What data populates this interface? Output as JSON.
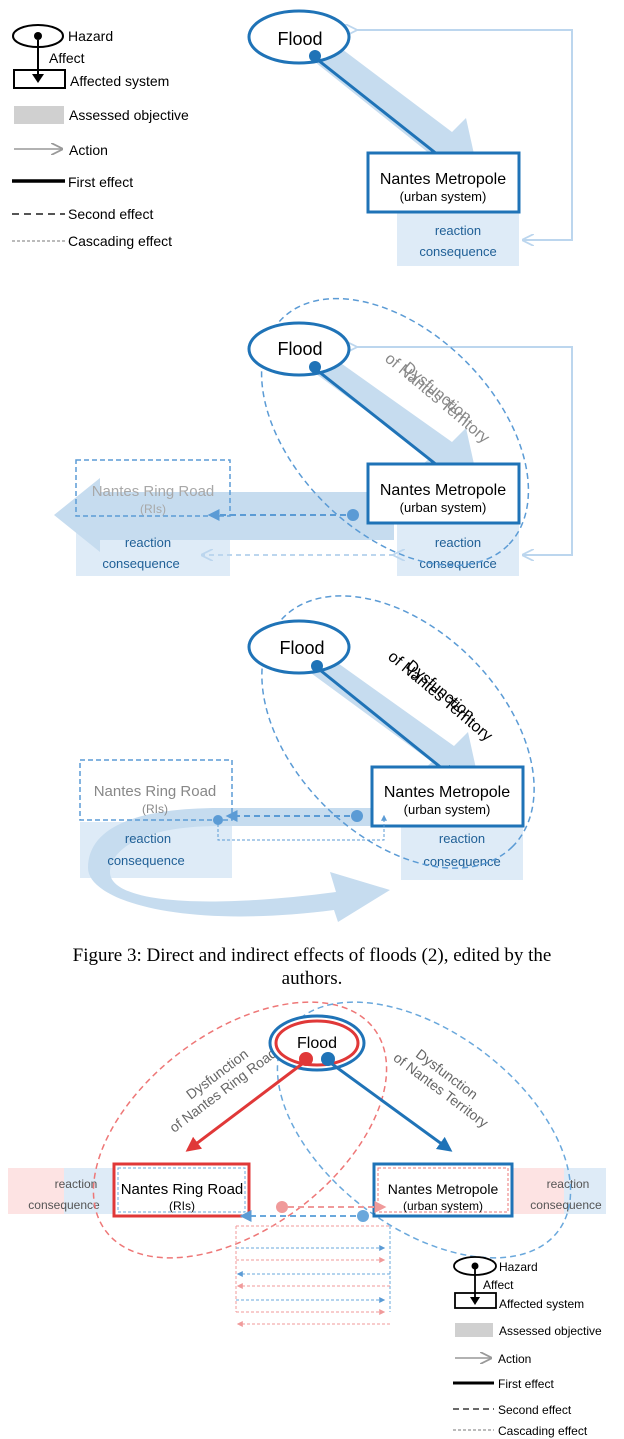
{
  "colors": {
    "blue": "#1f73b7",
    "light_blue": "#5b9bd5",
    "band": "#c6dcef",
    "pale": "#deebf7",
    "red": "#e03838",
    "light_red": "#f09a9a",
    "pale_red": "#fde3e3",
    "grey": "#999999",
    "legend_fill": "#d0d0d0"
  },
  "legend": {
    "hazard": "Hazard",
    "affect": "Affect",
    "affected_system": "Affected system",
    "assessed_objective": "Assessed objective",
    "action": "Action",
    "first_effect": "First effect",
    "second_effect": "Second effect",
    "cascading_effect": "Cascading effect"
  },
  "panel1": {
    "flood": "Flood",
    "metropole": "Nantes Metropole",
    "metropole_sub": "(urban system)",
    "reaction": "reaction",
    "consequence": "consequence"
  },
  "panel2": {
    "flood": "Flood",
    "dysfunction_1": "Dysfunction",
    "dysfunction_2": "of Nantes Territory",
    "metropole": "Nantes Metropole",
    "metropole_sub": "(urban system)",
    "ring": "Nantes Ring Road",
    "ring_sub": "(RIs)",
    "reaction": "reaction",
    "consequence": "consequence"
  },
  "panel3": {
    "flood": "Flood",
    "dysfunction_1": "Dysfunction",
    "dysfunction_2": "of Nantes Territory",
    "metropole": "Nantes Metropole",
    "metropole_sub": "(urban system)",
    "ring": "Nantes Ring Road",
    "ring_sub": "(RIs)",
    "reaction": "reaction",
    "consequence": "consequence"
  },
  "caption": {
    "line1": "Figure 3: Direct and indirect effects of floods (2), edited by the",
    "line2": "authors."
  },
  "panel4": {
    "flood": "Flood",
    "dys_ring_1": "Dysfunction",
    "dys_ring_2": "of Nantes Ring Road",
    "dys_terr_1": "Dysfunction",
    "dys_terr_2": "of Nantes Territory",
    "ring": "Nantes Ring Road",
    "ring_sub": "(RIs)",
    "metropole": "Nantes Metropole",
    "metropole_sub": "(urban system)",
    "reaction": "reaction",
    "consequence": "consequence"
  }
}
